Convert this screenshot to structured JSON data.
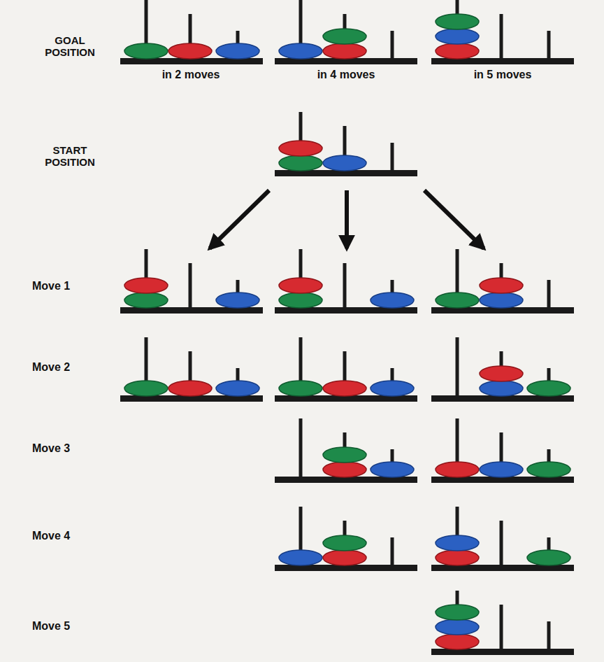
{
  "diagram": {
    "labels": [
      "GOAL POSITION",
      "in 2 moves",
      "in 4 moves",
      "in 5 moves",
      "START POSITION",
      "Move 1",
      "Move 2",
      "Move 3",
      "Move 4",
      "Move 5"
    ]
  }
}
